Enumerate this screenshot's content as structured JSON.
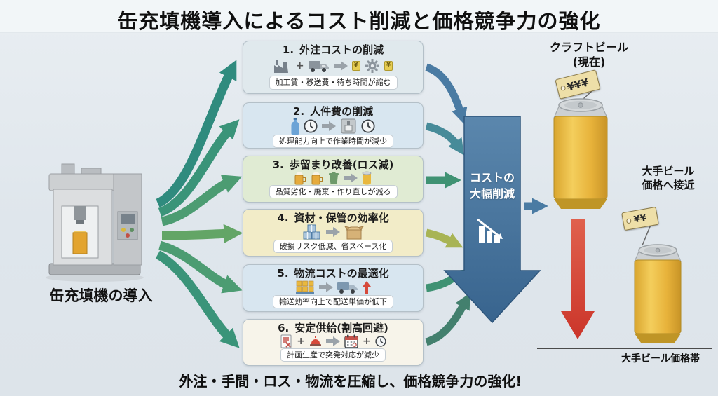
{
  "title": "缶充填機導入によるコスト削減と価格競争力の強化",
  "machine": {
    "label": "缶充填機の導入"
  },
  "items": [
    {
      "num": "1.",
      "title": "外注コストの削減",
      "caption": "加工賃・移送費・待ち時間が縮む",
      "icons": [
        "factory",
        "truck",
        "gear"
      ]
    },
    {
      "num": "2.",
      "title": "人件費の削減",
      "caption": "処理能力向上で作業時間が減少",
      "icons": [
        "bottle",
        "clock",
        "machine",
        "clock"
      ]
    },
    {
      "num": "3.",
      "title": "歩留まり改善(ロス減)",
      "caption": "品質劣化・廃棄・作り直しが減る",
      "icons": [
        "beer-mug",
        "beer-mug",
        "trash",
        "can"
      ]
    },
    {
      "num": "4.",
      "title": "資材・保管の効率化",
      "caption": "破損リスク低減、省スペース化",
      "icons": [
        "box-stack",
        "carton"
      ]
    },
    {
      "num": "5.",
      "title": "物流コストの最適化",
      "caption": "輸送効率向上で配送単価が低下",
      "icons": [
        "pallet",
        "truck",
        "up-arrow"
      ]
    },
    {
      "num": "6.",
      "title": "安定供給(割高回避)",
      "caption": "計画生産で突発対応が減少",
      "icons": [
        "papers",
        "alarm",
        "calendar",
        "clock"
      ]
    }
  ],
  "center_arrow": {
    "label": "コストの\n大幅削減"
  },
  "right_panel": {
    "craft_label": "クラフトビール\n(現在)",
    "price_tag_high": "¥¥¥",
    "price_tag_low": "¥¥",
    "approach_label": "大手ビール\n価格へ接近",
    "baseline_label": "大手ビール価格帯"
  },
  "footer": "外注・手間・ロス・物流を圧縮し、価格競争力の強化!",
  "colors": {
    "flow_green": "#3a9479",
    "cost_blue": "#3f6b94",
    "alert_red": "#d6493b",
    "can_gold": "#e9b83f"
  }
}
